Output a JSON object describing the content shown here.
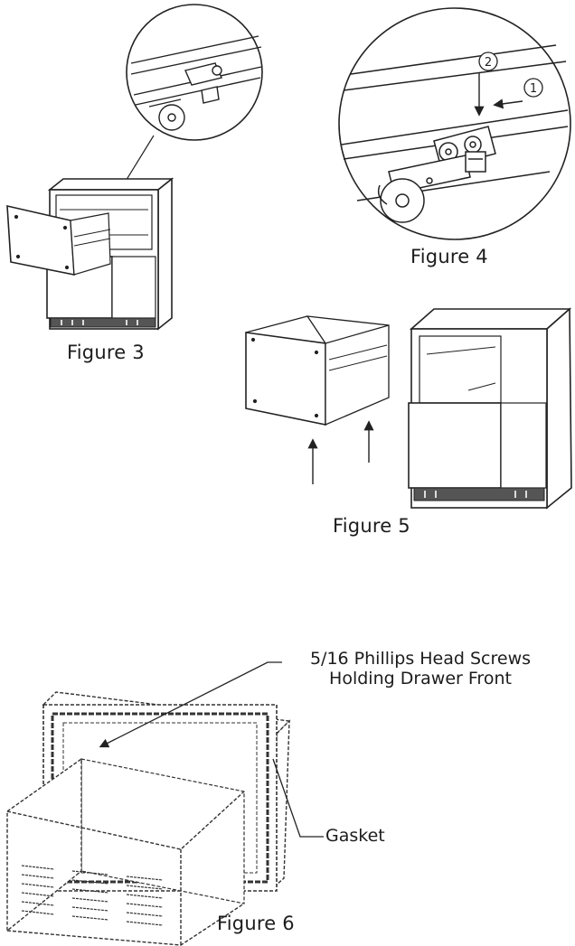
{
  "figures": {
    "figure3": {
      "caption": "Figure 3"
    },
    "figure4": {
      "caption": "Figure 4",
      "steps": [
        "1",
        "2"
      ]
    },
    "figure5": {
      "caption": "Figure 5"
    },
    "figure6": {
      "caption": "Figure 6",
      "callout_screws_line1": "5/16 Phillips Head Screws",
      "callout_screws_line2": "Holding Drawer Front",
      "callout_gasket": "Gasket"
    }
  },
  "colors": {
    "ink": "#1c1c1c",
    "line": "#2a2a2a",
    "paper": "#ffffff"
  }
}
